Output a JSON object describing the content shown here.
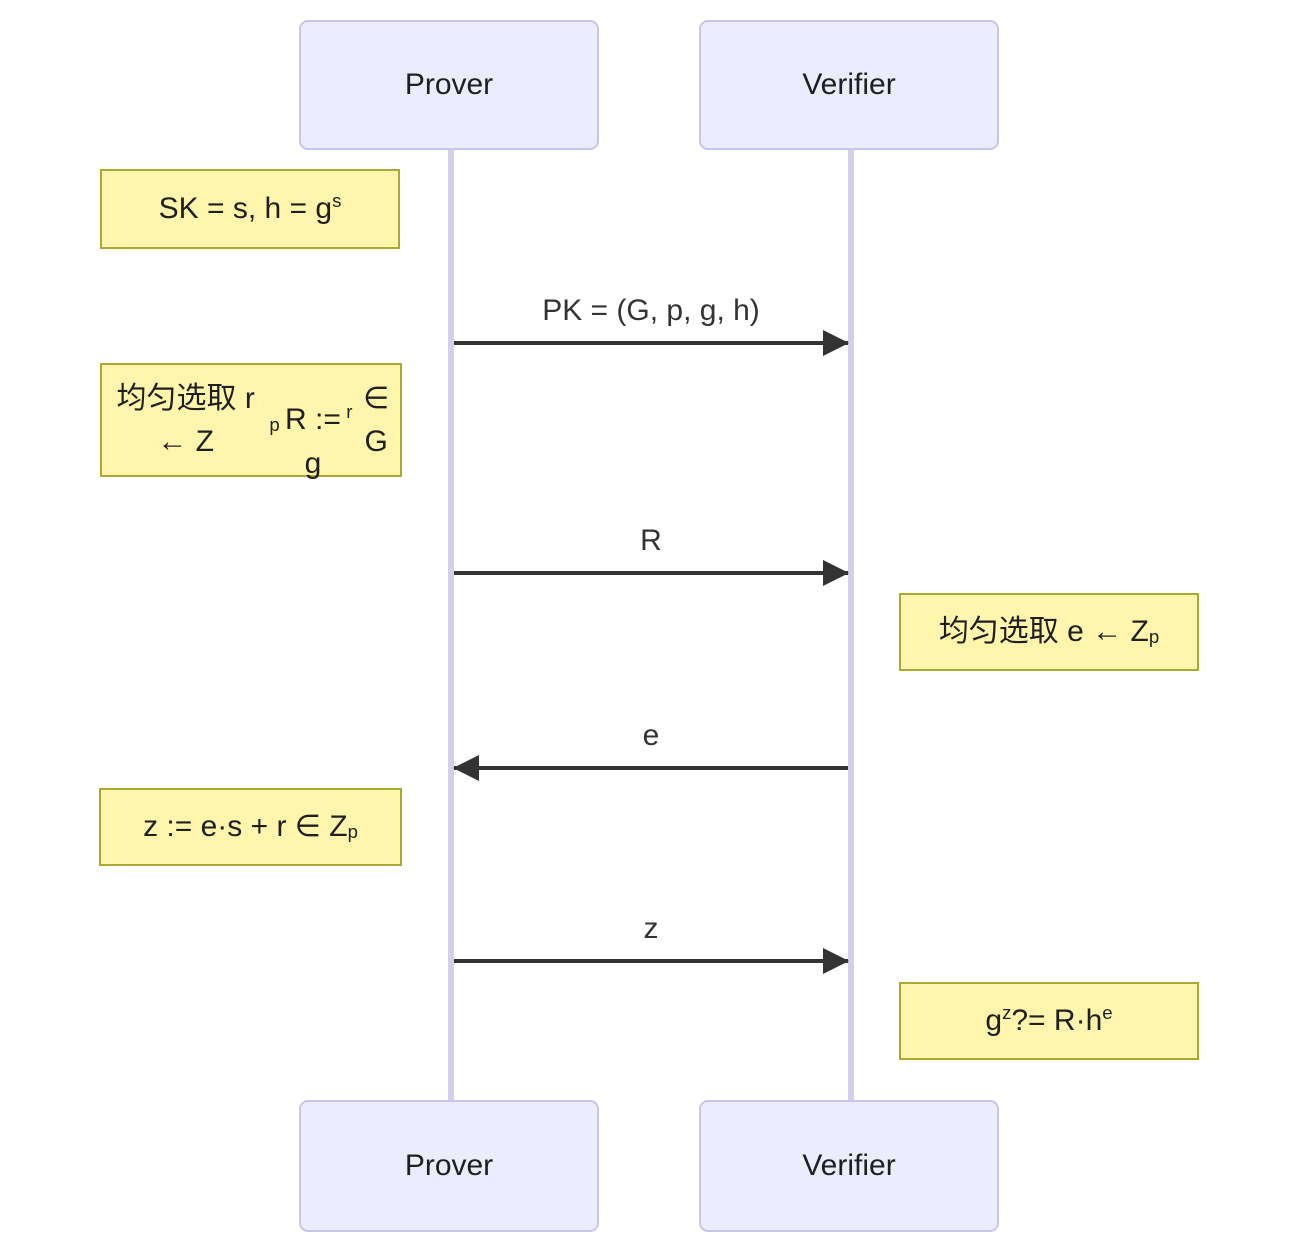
{
  "colors": {
    "background": "#FFFFFF",
    "actor-fill": "#ECECFF",
    "actor-border": "#C9C5E8",
    "actor-text": "#1F1F1F",
    "note-fill": "#FFF5AD",
    "note-border": "#AAAA33",
    "note-text": "#1F1F1F",
    "lifeline": "#D6CEEC",
    "arrow": "#333333",
    "message-text": "#333333"
  },
  "actors": {
    "prover": {
      "label": "Prover"
    },
    "verifier": {
      "label": "Verifier"
    }
  },
  "notes": {
    "sk": {
      "text": "SK = s, h = g^{s}",
      "position": "left of Prover"
    },
    "pick_r": {
      "text": "均匀选取 r ← Z_{p}\nR := g^{r} ∈ G",
      "position": "left of Prover"
    },
    "pick_e": {
      "text": "均匀选取 e ← Z_{p}",
      "position": "right of Verifier"
    },
    "compute_z": {
      "text": "z := e·s + r ∈ Z_{p}",
      "position": "left of Prover"
    },
    "check": {
      "text": "g^{z} ?= R·h^{e}",
      "position": "right of Verifier"
    }
  },
  "messages": {
    "pk": {
      "label": "PK = (G, p, g, h)",
      "from": "Prover",
      "to": "Verifier"
    },
    "r": {
      "label": "R",
      "from": "Prover",
      "to": "Verifier"
    },
    "e": {
      "label": "e",
      "from": "Verifier",
      "to": "Prover"
    },
    "z": {
      "label": "z",
      "from": "Prover",
      "to": "Verifier"
    }
  }
}
